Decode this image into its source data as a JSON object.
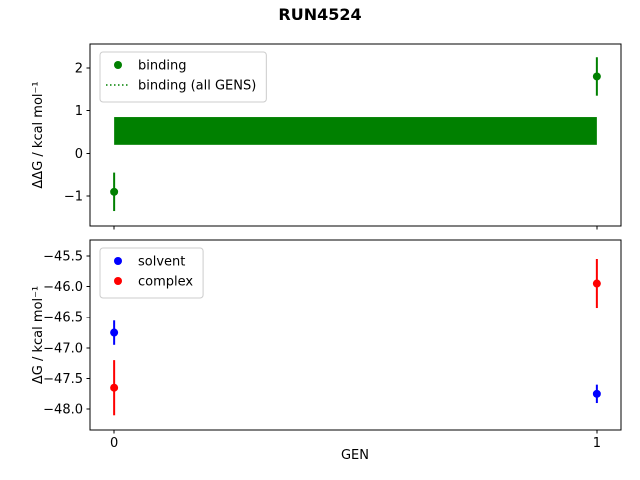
{
  "title": "RUN4524",
  "chart_data": [
    {
      "type": "scatter",
      "title": "RUN4524",
      "ylabel": "ΔΔG / kcal mol⁻¹",
      "xlabel": "",
      "xlim": [
        -0.05,
        1.05
      ],
      "ylim": [
        -1.7,
        2.56
      ],
      "yticks": [
        [
          -1,
          "−1"
        ],
        [
          0,
          "0"
        ],
        [
          1,
          "1"
        ],
        [
          2,
          "2"
        ]
      ],
      "xticks": [
        [
          0,
          "0"
        ],
        [
          1,
          "1"
        ]
      ],
      "grid": false,
      "legend_position": "upper left",
      "series": [
        {
          "name": "binding",
          "color": "#008000",
          "marker": "circle",
          "points": [
            {
              "x": 0,
              "y": -0.9,
              "err": 0.45
            },
            {
              "x": 1,
              "y": 1.8,
              "err": 0.45
            }
          ]
        }
      ],
      "band": {
        "name": "binding (all GENS)",
        "color": "#008000",
        "x": [
          0,
          1
        ],
        "low": 0.2,
        "high": 0.85
      },
      "legend": {
        "entries": [
          {
            "type": "marker",
            "color": "#008000",
            "label": "binding"
          },
          {
            "type": "dotted-line",
            "color": "#008000",
            "label": "binding (all GENS)"
          }
        ]
      }
    },
    {
      "type": "scatter",
      "ylabel": "ΔG / kcal mol⁻¹",
      "xlabel": "GEN",
      "xlim": [
        -0.05,
        1.05
      ],
      "ylim": [
        -48.34,
        -45.24
      ],
      "yticks": [
        [
          -45.5,
          "−45.5"
        ],
        [
          -46.0,
          "−46.0"
        ],
        [
          -46.5,
          "−46.5"
        ],
        [
          -47.0,
          "−47.0"
        ],
        [
          -47.5,
          "−47.5"
        ],
        [
          -48.0,
          "−48.0"
        ]
      ],
      "xticks": [
        [
          0,
          "0"
        ],
        [
          1,
          "1"
        ]
      ],
      "grid": false,
      "legend_position": "upper left",
      "series": [
        {
          "name": "solvent",
          "color": "#0000ff",
          "marker": "circle",
          "points": [
            {
              "x": 0,
              "y": -46.75,
              "err": 0.2
            },
            {
              "x": 1,
              "y": -47.75,
              "err": 0.15
            }
          ]
        },
        {
          "name": "complex",
          "color": "#ff0000",
          "marker": "circle",
          "points": [
            {
              "x": 0,
              "y": -47.65,
              "err": 0.45
            },
            {
              "x": 1,
              "y": -45.95,
              "err": 0.4
            }
          ]
        }
      ],
      "legend": {
        "entries": [
          {
            "type": "marker",
            "color": "#0000ff",
            "label": "solvent"
          },
          {
            "type": "marker",
            "color": "#ff0000",
            "label": "complex"
          }
        ]
      }
    }
  ]
}
